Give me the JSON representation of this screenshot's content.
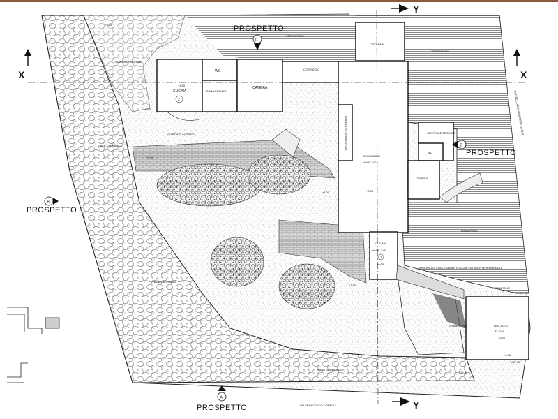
{
  "elevations": {
    "a": {
      "letter": "A",
      "label": "PROSPETTO"
    },
    "b": {
      "letter": "B",
      "label": "PROSPETTO"
    },
    "c": {
      "letter": "C",
      "label": "PROSPETTO"
    },
    "d": {
      "letter": "D",
      "label": "PROSPETTO"
    }
  },
  "section_axes": {
    "x": "X",
    "y": "Y"
  },
  "rooms": {
    "cucina_2": {
      "name": "CUCINA",
      "number": "2"
    },
    "zona_pranzo": {
      "name": "ZONA PRANZO"
    },
    "camera_top": {
      "name": "CAMERA"
    },
    "wc_top": {
      "name": "WC"
    },
    "corridoio": {
      "name": "CORRIDOIO"
    },
    "cisterna": {
      "name": "CISTERNA"
    },
    "soggiorno": {
      "name": "SOGGIORNO",
      "height": "H=ML 3,00"
    },
    "ripostiglio": {
      "name": "RIPOSTIGLIO INTERRATO"
    },
    "centrale_termica": {
      "name": "CENTRALE TERMICA"
    },
    "wc_right": {
      "name": "WC"
    },
    "camera_right": {
      "name": "CAMERA"
    },
    "cucina_1": {
      "name": "CUCINA",
      "height": "H=ML 3,00",
      "number": "1"
    },
    "box_auto": {
      "name": "BOX AUTO",
      "height": "H 3,00"
    }
  },
  "site": {
    "terrapieno": "TERRAPIENO",
    "viale_carrabile": "VIALE CARRABILE",
    "giardino": "GIARDINO INTERNO",
    "corridoio_collegamento": "CORRIDOIO DI COLLEGAMENTO COMPLETAMENTE INTERRATO",
    "distacco": "DISTACCO CON PARTICELLA 3189",
    "street": "VIA FRANCESCO CONSOLI",
    "quota_left": "CW 30",
    "quota_right": "CW 30"
  },
  "levels": [
    "+4,00",
    "+4,00",
    "+3,00",
    "+2,00",
    "+1,00",
    "+0,05",
    "+0,05",
    "+1,00",
    "-0,20",
    "+0,30"
  ]
}
